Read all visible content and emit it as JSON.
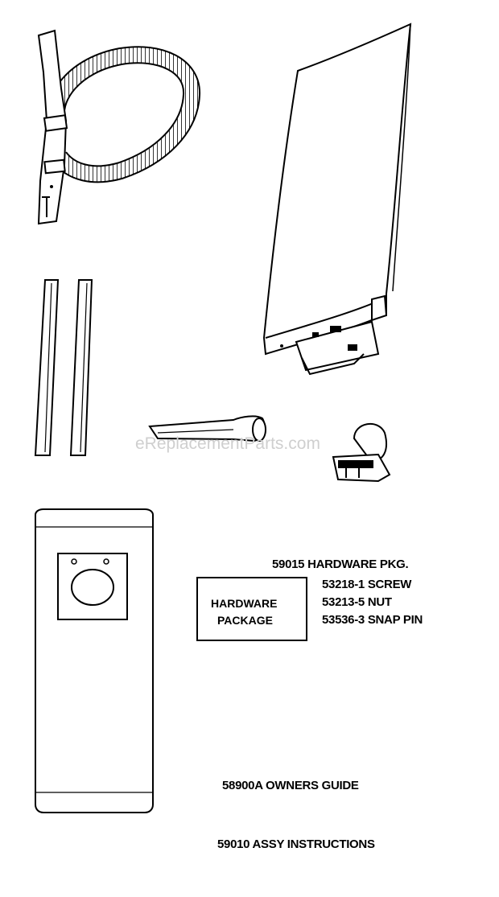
{
  "watermark": "eReplacementParts.com",
  "hardware_box": {
    "line1": "HARDWARE",
    "line2": "PACKAGE"
  },
  "parts": [
    {
      "text": "59015 HARDWARE PKG."
    },
    {
      "text": "53218-1 SCREW"
    },
    {
      "text": "53213-5 NUT"
    },
    {
      "text": "53536-3 SNAP PIN"
    },
    {
      "text": "58900A OWNERS GUIDE"
    },
    {
      "text": "59010 ASSY INSTRUCTIONS"
    }
  ]
}
